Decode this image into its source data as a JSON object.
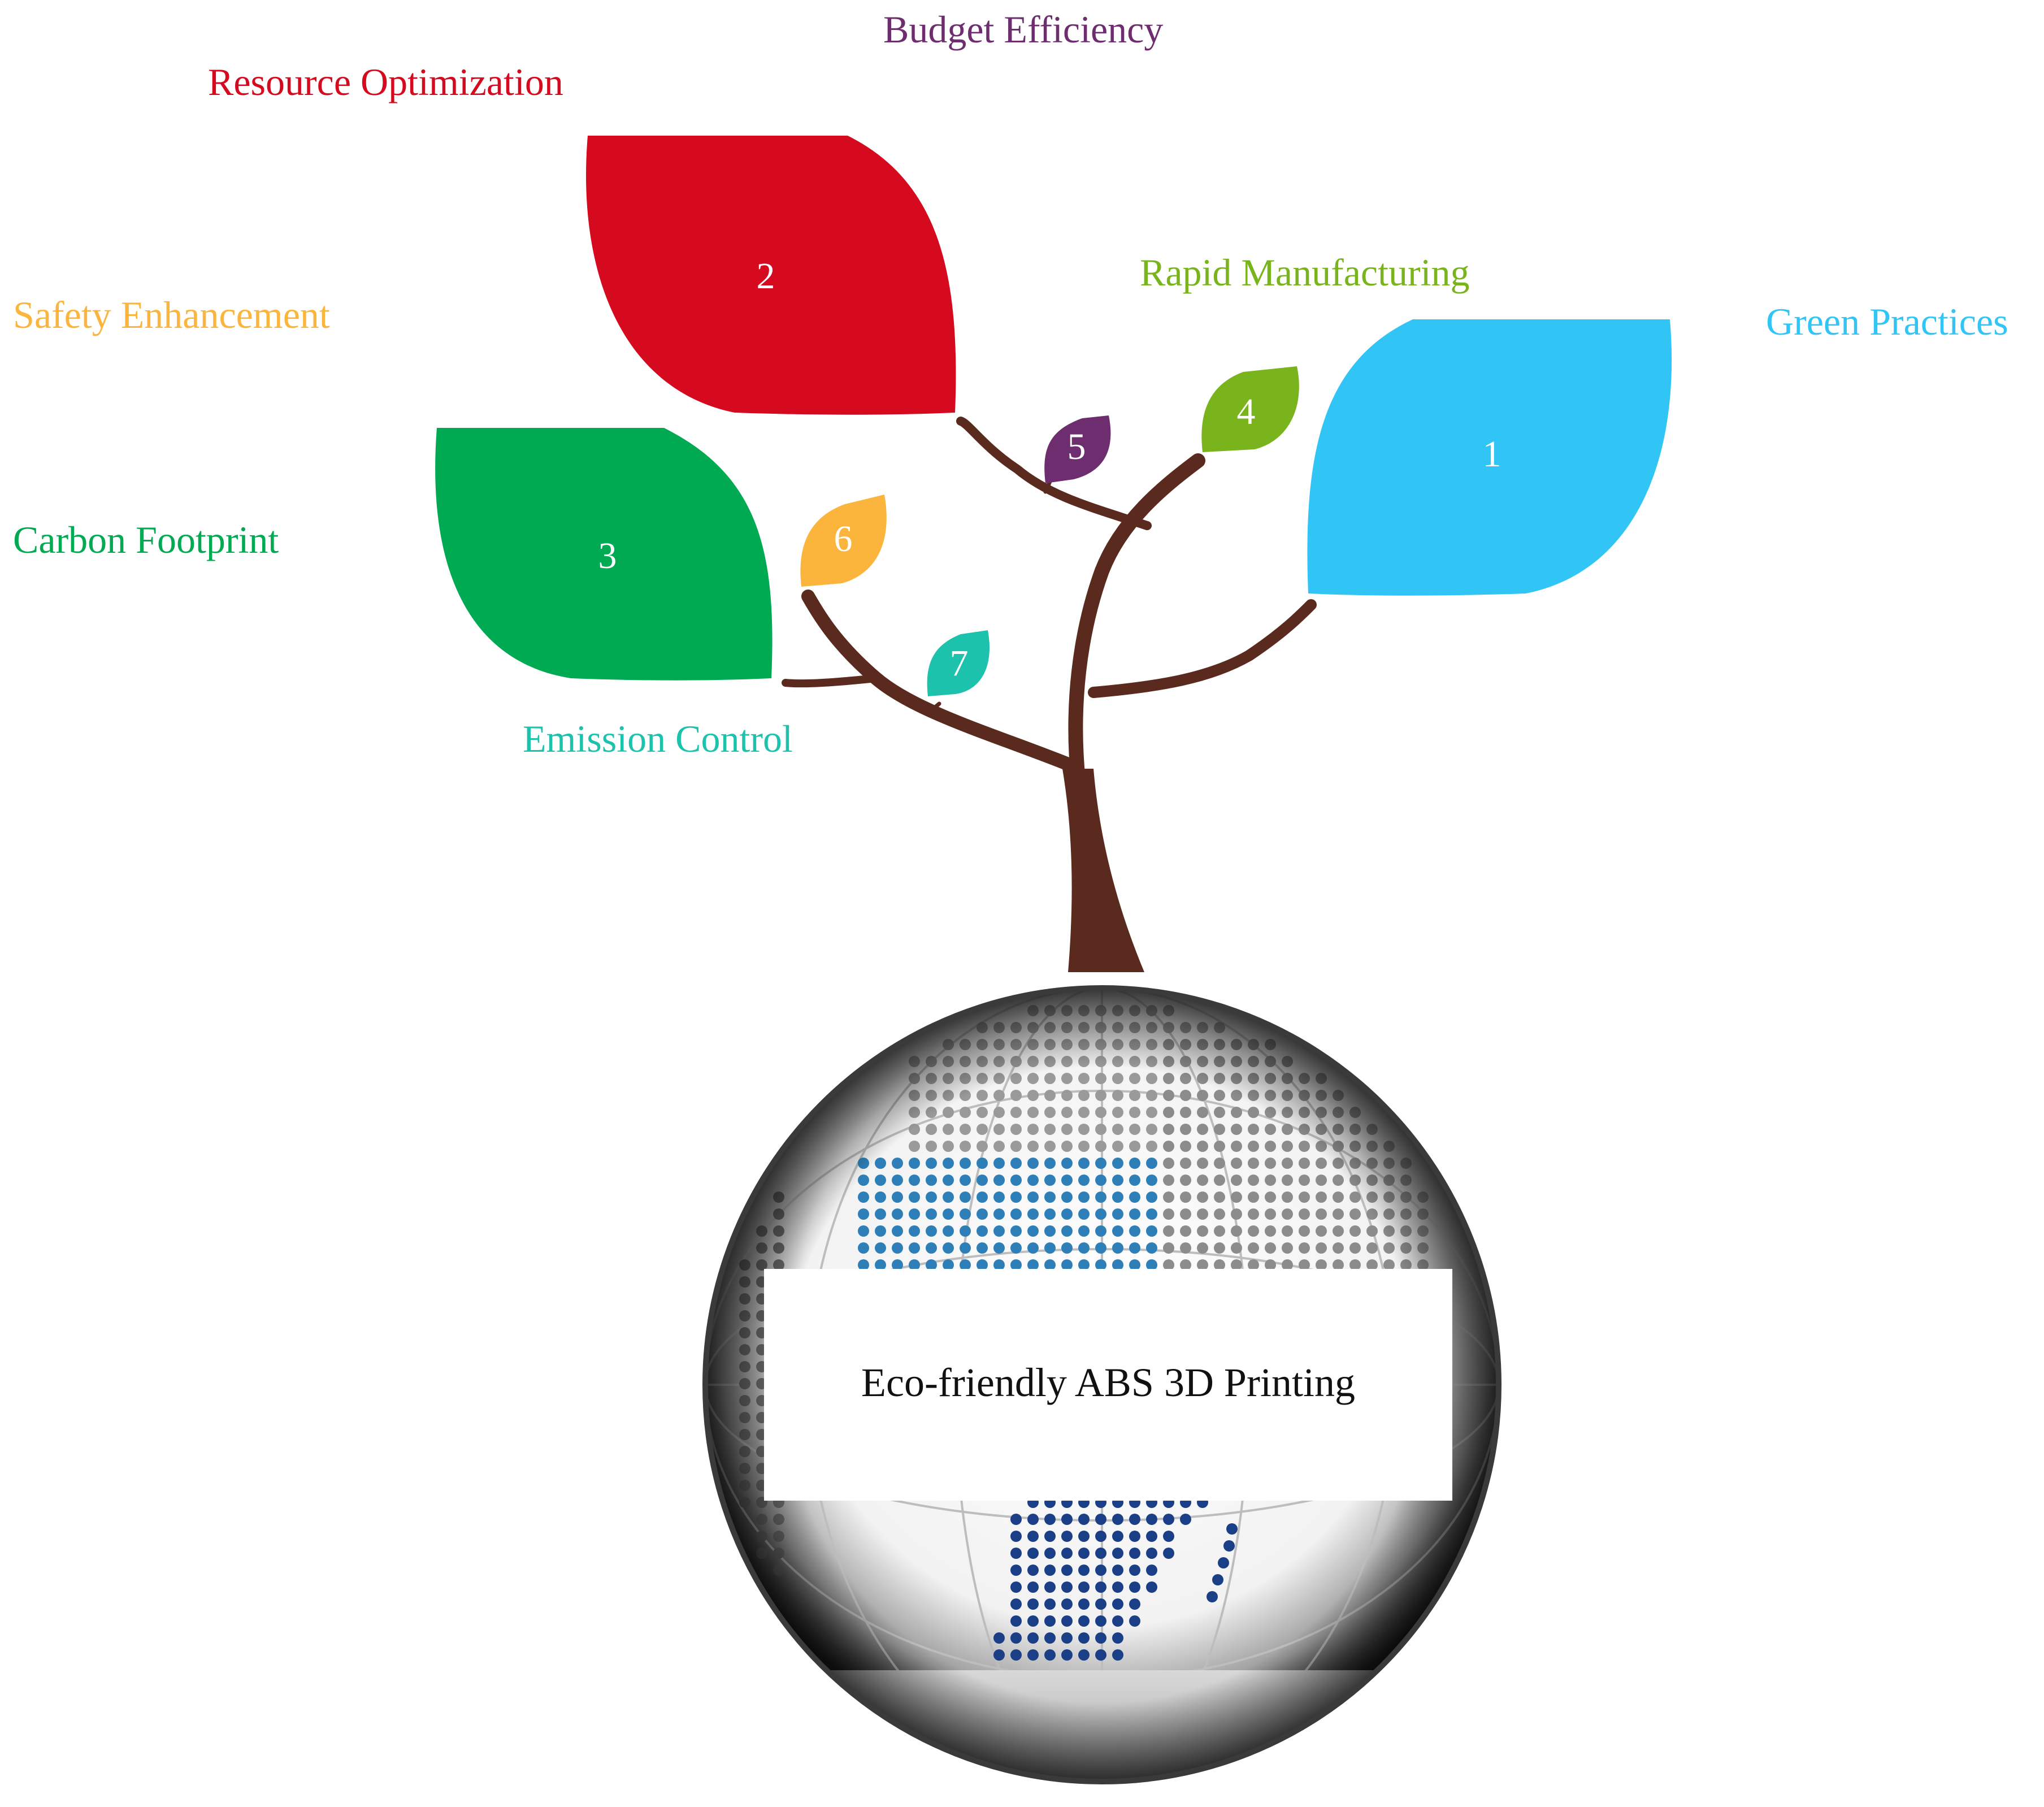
{
  "center": {
    "title": "Eco-friendly ABS 3D Printing"
  },
  "leaves": [
    {
      "number": "1",
      "label": "Green Practices",
      "color": "#30C5F5"
    },
    {
      "number": "2",
      "label": "Resource Optimization",
      "color": "#D50A1F"
    },
    {
      "number": "3",
      "label": "Carbon Footprint",
      "color": "#00AA52"
    },
    {
      "number": "4",
      "label": "Rapid Manufacturing",
      "color": "#79B41C"
    },
    {
      "number": "5",
      "label": "Budget Efficiency",
      "color": "#6E2D6E"
    },
    {
      "number": "6",
      "label": "Safety Enhancement",
      "color": "#FBB43C"
    },
    {
      "number": "7",
      "label": "Emission Control",
      "color": "#1DC2AD"
    }
  ],
  "colors": {
    "trunk": "#5A2A1E",
    "globe_land": "#2E7FB7",
    "globe_land_dark": "#1B3F86"
  },
  "icons": [
    "globe-icon",
    "tree-icon"
  ]
}
